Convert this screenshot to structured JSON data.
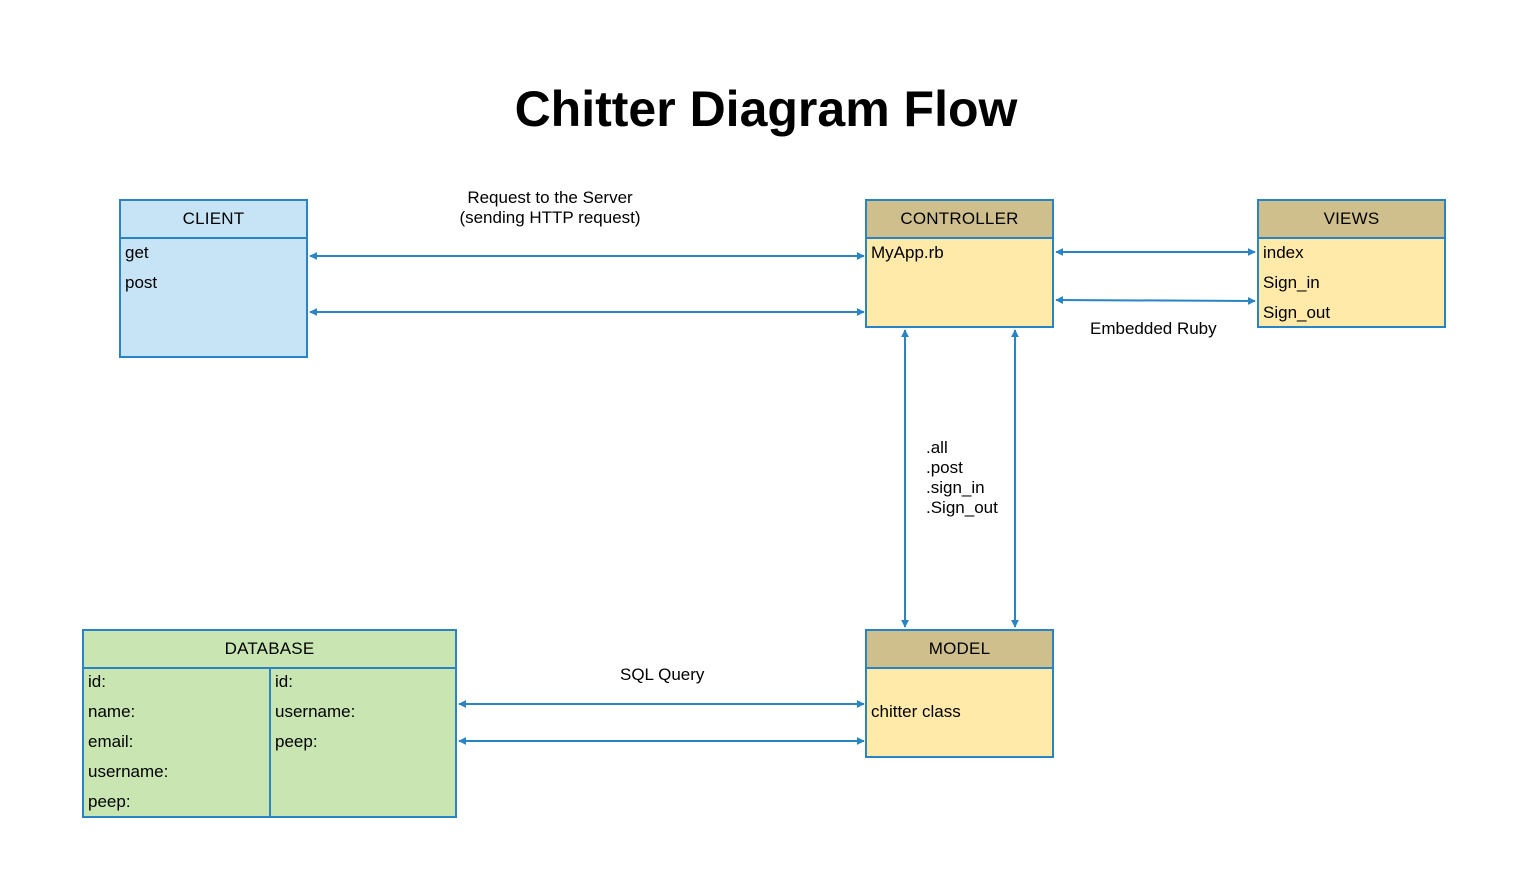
{
  "title": "Chitter Diagram Flow",
  "client": {
    "header": "CLIENT",
    "items": [
      "get",
      "post"
    ]
  },
  "controller": {
    "header": "CONTROLLER",
    "items": [
      "MyApp.rb"
    ]
  },
  "views": {
    "header": "VIEWS",
    "items": [
      "index",
      "Sign_in",
      "Sign_out"
    ]
  },
  "model": {
    "header": "MODEL",
    "items": [
      "chitter class"
    ]
  },
  "database": {
    "header": "DATABASE",
    "left_items": [
      "id:",
      "name:",
      "email:",
      "username:",
      "peep:"
    ],
    "right_items": [
      "id:",
      "username:",
      "peep:"
    ]
  },
  "labels": {
    "request_line1": "Request to the Server",
    "request_line2": "(sending HTTP request)",
    "embedded_ruby": "Embedded  Ruby",
    "methods": [
      ".all",
      ".post",
      ".sign_in",
      ".Sign_out"
    ],
    "sql_query": "SQL Query"
  },
  "colors": {
    "line": "#2a84c4",
    "client_fill": "#c6e4f6",
    "tan_header": "#cfbf8d",
    "tan_fill": "#ffeaaa",
    "database_fill": "#c9e6b2"
  }
}
